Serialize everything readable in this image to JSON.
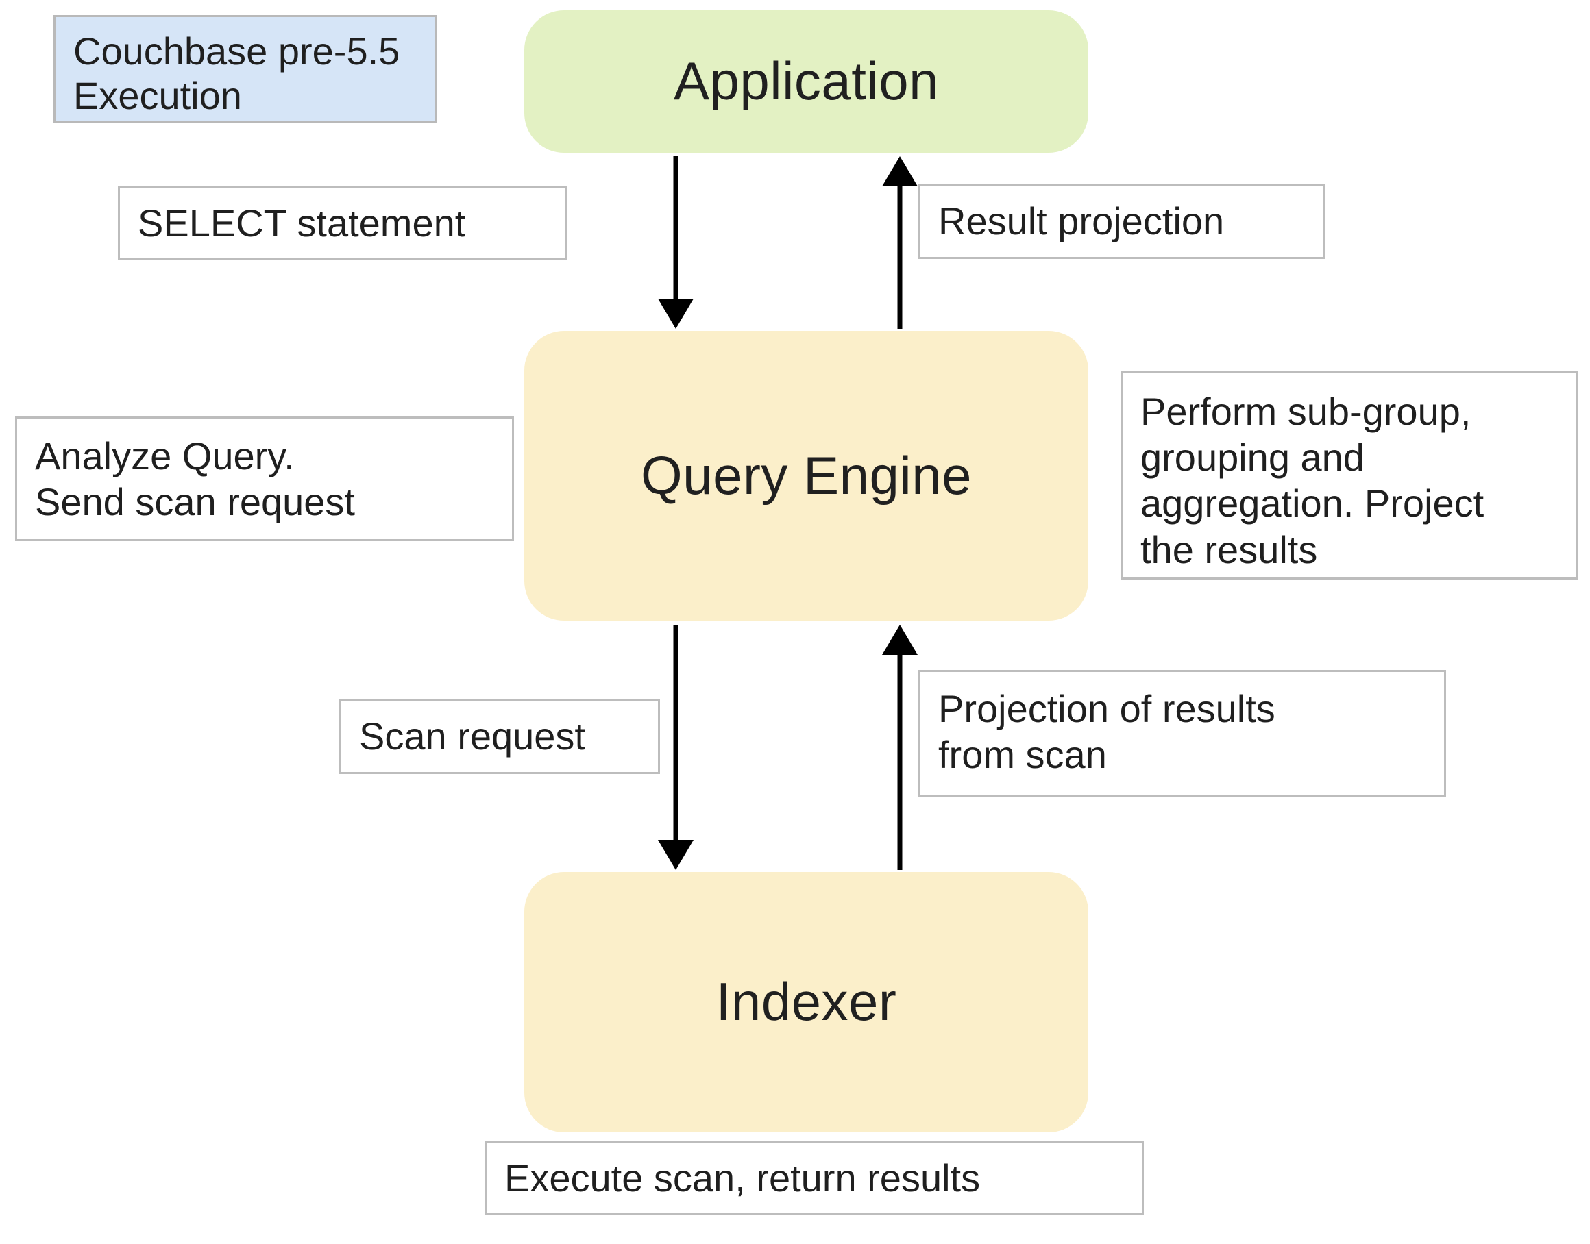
{
  "diagram": {
    "legend": {
      "label": "Couchbase pre-5.5\nExecution",
      "fill_color": "#d6e5f7",
      "border_color": "#b9b9b9"
    },
    "nodes": [
      {
        "id": "application",
        "label": "Application",
        "fill_color": "#e3f1c3"
      },
      {
        "id": "query-engine",
        "label": "Query Engine",
        "fill_color": "#fbefca"
      },
      {
        "id": "indexer",
        "label": "Indexer",
        "fill_color": "#fbefca"
      }
    ],
    "edges": [
      {
        "id": "select",
        "label": "SELECT statement",
        "from": "application",
        "to": "query-engine",
        "direction": "down"
      },
      {
        "id": "result",
        "label": "Result projection",
        "from": "query-engine",
        "to": "application",
        "direction": "up"
      },
      {
        "id": "scan",
        "label": "Scan request",
        "from": "query-engine",
        "to": "indexer",
        "direction": "down"
      },
      {
        "id": "projection",
        "label": "Projection of results\nfrom scan",
        "from": "indexer",
        "to": "query-engine",
        "direction": "up"
      }
    ],
    "annotations": [
      {
        "id": "analyze",
        "label": "Analyze Query.\nSend scan request",
        "attached_to": "query-engine",
        "side": "left"
      },
      {
        "id": "perform",
        "label": "Perform sub-group,\ngrouping and\naggregation. Project\nthe results",
        "attached_to": "query-engine",
        "side": "right"
      },
      {
        "id": "execute",
        "label": "Execute scan, return results",
        "attached_to": "indexer",
        "side": "bottom"
      }
    ],
    "arrow_color": "#000000",
    "callout_border_color": "#bdbdbd",
    "background_color": "#ffffff"
  }
}
